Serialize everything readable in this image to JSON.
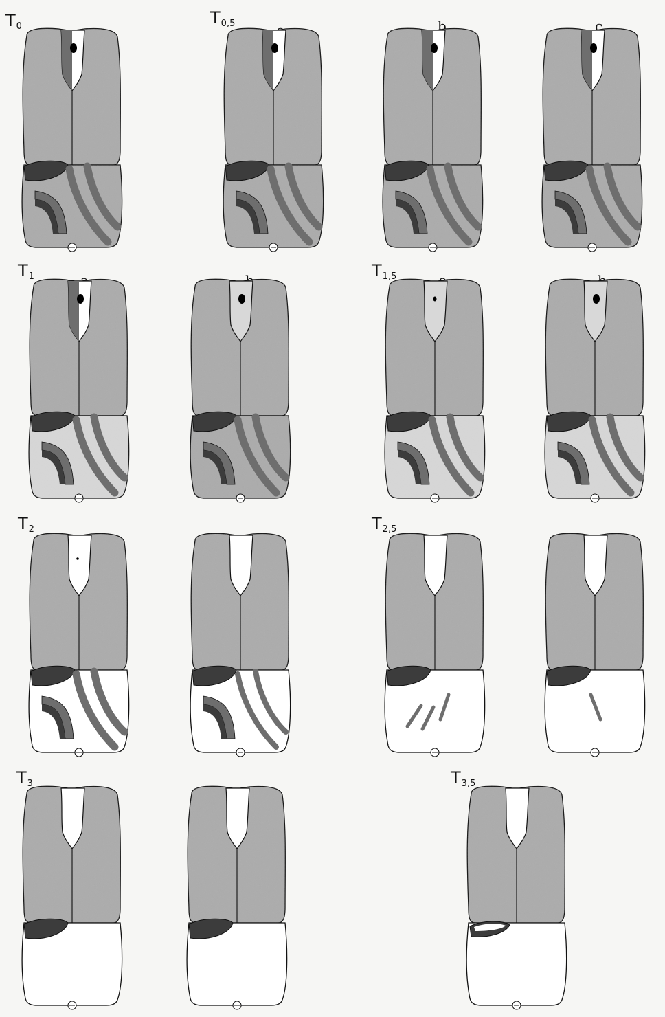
{
  "stage_labels": {
    "t0": {
      "main": "T",
      "sub": "0"
    },
    "t05": {
      "main": "T",
      "sub": "0,5"
    },
    "t1": {
      "main": "T",
      "sub": "1"
    },
    "t15": {
      "main": "T",
      "sub": "1,5"
    },
    "t2": {
      "main": "T",
      "sub": "2"
    },
    "t25": {
      "main": "T",
      "sub": "2,5"
    },
    "t3": {
      "main": "T",
      "sub": "3"
    },
    "t35": {
      "main": "T",
      "sub": "3,5"
    }
  },
  "variant_labels": {
    "a": "a",
    "b": "b",
    "c": "c"
  },
  "colors": {
    "outline": "#111111",
    "grey_fill": "#a9a9a9",
    "light_fill": "#d8d8d8",
    "white_fill": "#ffffff",
    "dark_mark": "#3c3c3c",
    "mid_band": "#6e6e6e",
    "black_dot": "#000000"
  },
  "figures": [
    {
      "id": "t0-fig",
      "label": "T0",
      "band_fill": "grey",
      "pit_fill": "dark",
      "dot": "large",
      "bands": "full",
      "lower_fill": "grey"
    },
    {
      "id": "t05a-fig",
      "label": "T0,5 a",
      "band_fill": "grey",
      "pit_fill": "dark",
      "dot": "large",
      "bands": "full",
      "lower_fill": "grey"
    },
    {
      "id": "t05b-fig",
      "label": "T0,5 b",
      "band_fill": "grey",
      "pit_fill": "dark",
      "dot": "large",
      "bands": "full",
      "lower_fill": "grey"
    },
    {
      "id": "t05c-fig",
      "label": "T0,5 c",
      "band_fill": "grey",
      "pit_fill": "dark",
      "dot": "large",
      "bands": "full",
      "lower_fill": "grey"
    },
    {
      "id": "t1a-fig",
      "label": "T1 a",
      "band_fill": "grey",
      "pit_fill": "half",
      "dot": "large",
      "bands": "full",
      "lower_fill": "light"
    },
    {
      "id": "t1b-fig",
      "label": "T1 b",
      "band_fill": "grey",
      "pit_fill": "light",
      "dot": "large",
      "bands": "full",
      "lower_fill": "grey"
    },
    {
      "id": "t15a-fig",
      "label": "T1,5 a",
      "band_fill": "grey",
      "pit_fill": "light",
      "dot": "small",
      "bands": "full",
      "lower_fill": "light"
    },
    {
      "id": "t15b-fig",
      "label": "T1,5 b",
      "band_fill": "grey",
      "pit_fill": "light",
      "dot": "large",
      "bands": "full",
      "lower_fill": "light"
    },
    {
      "id": "t2a-fig",
      "label": "T2",
      "band_fill": "grey",
      "pit_fill": "white",
      "dot": "tiny",
      "bands": "full",
      "lower_fill": "white"
    },
    {
      "id": "t2b-fig",
      "label": "T2",
      "band_fill": "grey",
      "pit_fill": "white",
      "dot": "none",
      "bands": "thin",
      "lower_fill": "white"
    },
    {
      "id": "t25a-fig",
      "label": "T2,5",
      "band_fill": "grey",
      "pit_fill": "white",
      "dot": "none",
      "bands": "streaks",
      "lower_fill": "white"
    },
    {
      "id": "t25b-fig",
      "label": "T2,5",
      "band_fill": "grey",
      "pit_fill": "white",
      "dot": "none",
      "bands": "single",
      "lower_fill": "white"
    },
    {
      "id": "t3a-fig",
      "label": "T3",
      "band_fill": "grey",
      "pit_fill": "white",
      "dot": "none",
      "bands": "none",
      "lower_fill": "white"
    },
    {
      "id": "t3b-fig",
      "label": "T3",
      "band_fill": "grey",
      "pit_fill": "white",
      "dot": "none",
      "bands": "none",
      "lower_fill": "white"
    },
    {
      "id": "t35-fig",
      "label": "T3,5",
      "band_fill": "grey",
      "pit_fill": "white",
      "dot": "none",
      "bands": "none",
      "lower_fill": "white",
      "crack": "true"
    }
  ]
}
